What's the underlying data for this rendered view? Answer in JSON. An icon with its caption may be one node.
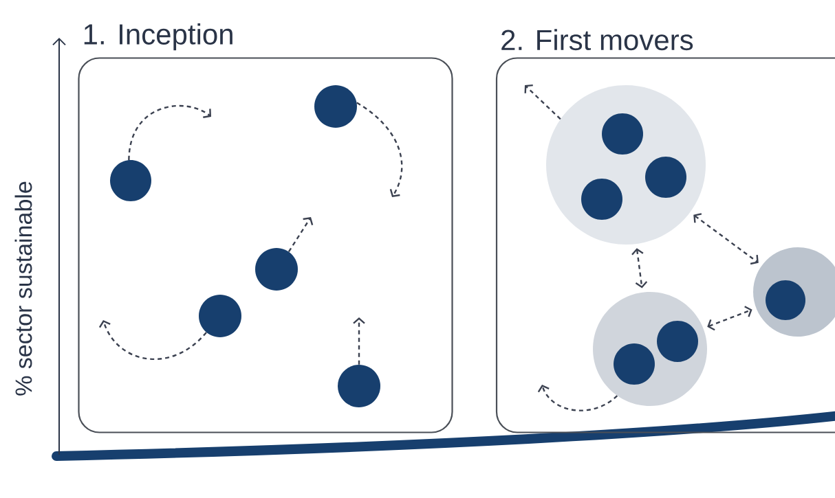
{
  "diagram": {
    "nodes": [
      {
        "text": [
          "1. Inception"
        ]
      },
      {
        "text": [],
        "shape": "circle",
        "in": 0
      },
      {
        "text": [],
        "shape": "circle",
        "in": 0
      },
      {
        "text": [],
        "shape": "circle",
        "in": 0
      },
      {
        "text": [],
        "shape": "circle",
        "in": 0
      },
      {
        "text": [],
        "shape": "circle",
        "in": 0
      },
      {
        "text": [
          "2. First movers"
        ]
      },
      {
        "text": [],
        "shape": "circle",
        "in": 6
      },
      {
        "text": [],
        "shape": "circle",
        "in": 7
      },
      {
        "text": [],
        "shape": "circle",
        "in": 7
      },
      {
        "text": [],
        "shape": "circle",
        "in": 7
      },
      {
        "text": [],
        "shape": "circle",
        "in": 6
      },
      {
        "text": [],
        "shape": "circle",
        "in": 11
      },
      {
        "text": [],
        "shape": "circle",
        "in": 6
      },
      {
        "text": [],
        "shape": "circle",
        "in": 13
      },
      {
        "text": [],
        "shape": "circle",
        "in": 13
      }
    ],
    "edges": [
      {
        "from": 1,
        "to": null,
        "arrow": "to"
      },
      {
        "from": 2,
        "to": null,
        "arrow": "to"
      },
      {
        "from": 3,
        "to": null,
        "arrow": "to"
      },
      {
        "from": 4,
        "to": null,
        "arrow": "to"
      },
      {
        "from": 5,
        "to": null,
        "arrow": "to"
      },
      {
        "from": 7,
        "to": null,
        "arrow": "to"
      },
      {
        "from": 7,
        "to": 11,
        "arrow": "both"
      },
      {
        "from": 7,
        "to": 13,
        "arrow": "both"
      },
      {
        "from": 13,
        "to": 11,
        "arrow": "both"
      },
      {
        "from": 13,
        "to": null,
        "arrow": "to"
      }
    ],
    "labels": [
      "% sector sustainable"
    ]
  }
}
